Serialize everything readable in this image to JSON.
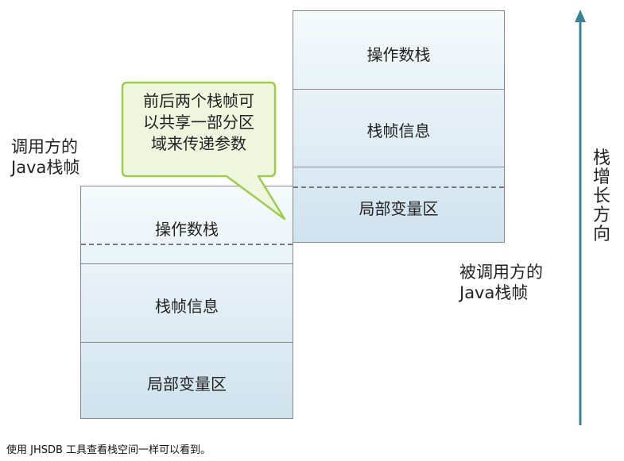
{
  "caller_frame": {
    "label_line1": "调用方的",
    "label_line2": "Java栈帧",
    "sections": [
      "操作数栈",
      "栈帧信息",
      "局部变量区"
    ]
  },
  "callee_frame": {
    "label_line1": "被调用方的",
    "label_line2": "Java栈帧",
    "sections": [
      "操作数栈",
      "栈帧信息",
      "局部变量区"
    ]
  },
  "callout": {
    "line1": "前后两个栈帧可",
    "line2": "以共享一部分区",
    "line3": "域来传递参数"
  },
  "growth_axis": {
    "chars": [
      "栈",
      "增",
      "长",
      "方",
      "向"
    ],
    "color": "#3c8296"
  },
  "caption": "使用 JHSDB 工具查看栈空间一样可以看到。",
  "colors": {
    "box_top": "#f5fafc",
    "box_bottom": "#cfe3ee",
    "callout_fill": "#eef6de",
    "callout_border": "#9ccc4e"
  }
}
